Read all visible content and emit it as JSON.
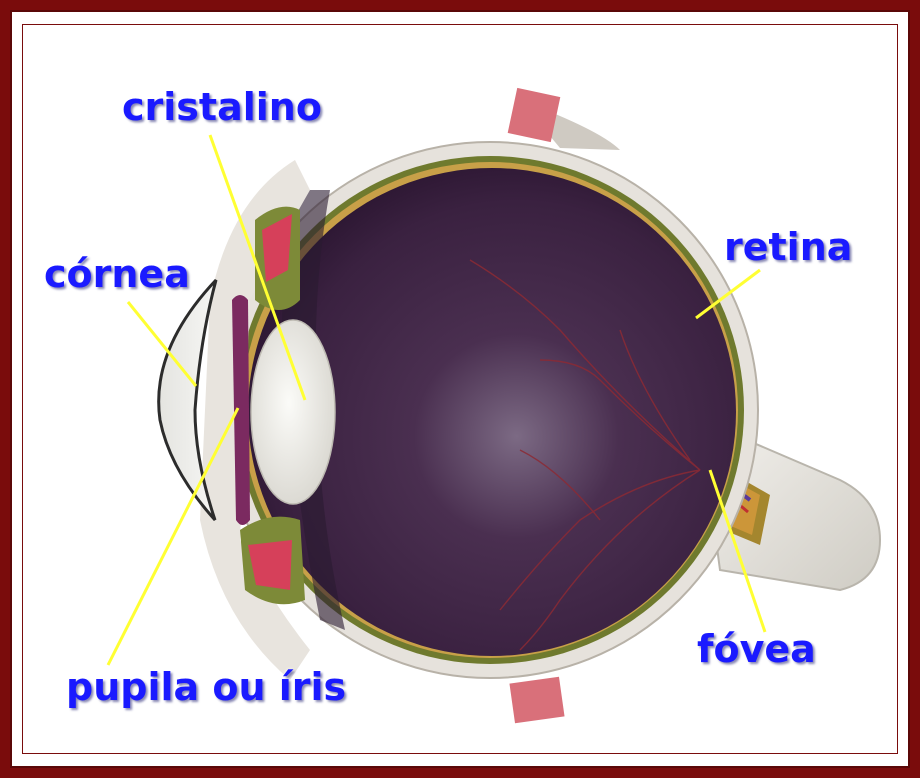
{
  "diagram": {
    "labels": {
      "cristalino": "cristalino",
      "cornea": "córnea",
      "retina": "retina",
      "fovea": "fóvea",
      "pupila": "pupila ou íris"
    },
    "colors": {
      "frame": "#7a0c0c",
      "label_text": "#1a1aff",
      "leader_line": "#ffff33",
      "eye_interior": "#3b2340",
      "sclera": "#e6e2dc",
      "choroid": "#6f7a2e",
      "muscle": "#d2405a",
      "lens": "#efefec"
    }
  }
}
